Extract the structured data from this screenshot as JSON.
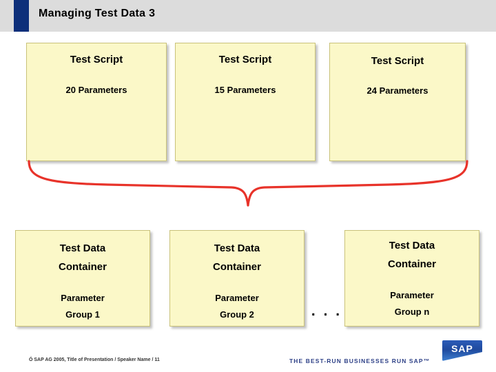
{
  "header": {
    "title": "Managing Test Data 3"
  },
  "scripts": [
    {
      "title": "Test Script",
      "parameters": "20 Parameters"
    },
    {
      "title": "Test Script",
      "parameters": "15 Parameters"
    },
    {
      "title": "Test Script",
      "parameters": "24 Parameters"
    }
  ],
  "containers": [
    {
      "title_line1": "Test Data",
      "title_line2": "Container",
      "sub_line1": "Parameter",
      "sub_line2": "Group 1"
    },
    {
      "title_line1": "Test Data",
      "title_line2": "Container",
      "sub_line1": "Parameter",
      "sub_line2": "Group 2"
    },
    {
      "title_line1": "Test Data",
      "title_line2": "Container",
      "sub_line1": "Parameter",
      "sub_line2": "Group n"
    }
  ],
  "ellipsis": ". . .",
  "footer": {
    "copyright": "Ó SAP AG 2005, Title of Presentation / Speaker Name / 11",
    "tagline": "THE BEST-RUN BUSINESSES RUN SAP",
    "logo_text": "SAP",
    "trademark": "™"
  },
  "colors": {
    "header_bg": "#dcdcdc",
    "accent_block": "#0d2f7a",
    "box_fill": "#fbf8c8",
    "box_border": "#c9c27a",
    "brace_stroke": "#e8332a",
    "tagline": "#2c3f86"
  }
}
